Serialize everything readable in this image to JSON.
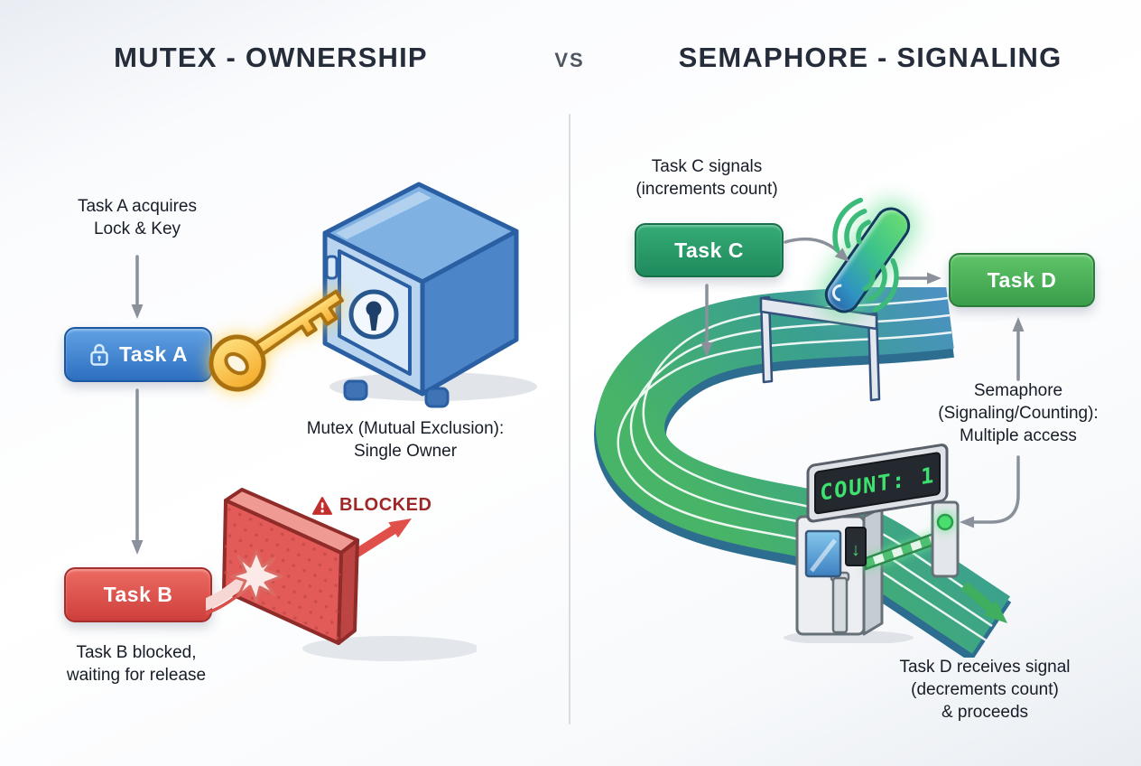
{
  "header": {
    "left_title": "MUTEX - OWNERSHIP",
    "vs_label": "VS",
    "right_title": "SEMAPHORE - SIGNALING"
  },
  "mutex_panel": {
    "acquire_caption": "Task A acquires\nLock & Key",
    "task_a_label": "Task A",
    "mutex_caption": "Mutex (Mutual Exclusion):\nSingle Owner",
    "blocked_label": "BLOCKED",
    "task_b_label": "Task B",
    "blocked_caption": "Task B blocked,\nwaiting for release"
  },
  "semaphore_panel": {
    "signal_caption": "Task C signals\n(increments count)",
    "task_c_label": "Task C",
    "task_d_label": "Task D",
    "semaphore_caption": "Semaphore\n(Signaling/Counting):\nMultiple access",
    "count_display": "COUNT: 1",
    "gate_down_arrow": "↓",
    "receive_caption": "Task D receives signal\n(decrements count)\n& proceeds"
  },
  "colors": {
    "title-dark": "#262d3a",
    "task-a-blue": "#2e6fc0",
    "task-b-red": "#ce3f3c",
    "task-c-green": "#1f8a5c",
    "task-d-green": "#3a9d4b",
    "blocked-red": "#9e2727",
    "arrow-gray": "#8a919b",
    "count-green": "#3ee06e",
    "key-gold": "#f4ac2c",
    "safe-blue": "#4c86c9",
    "road-teal": "#3aa08f",
    "road-green": "#47b467"
  }
}
